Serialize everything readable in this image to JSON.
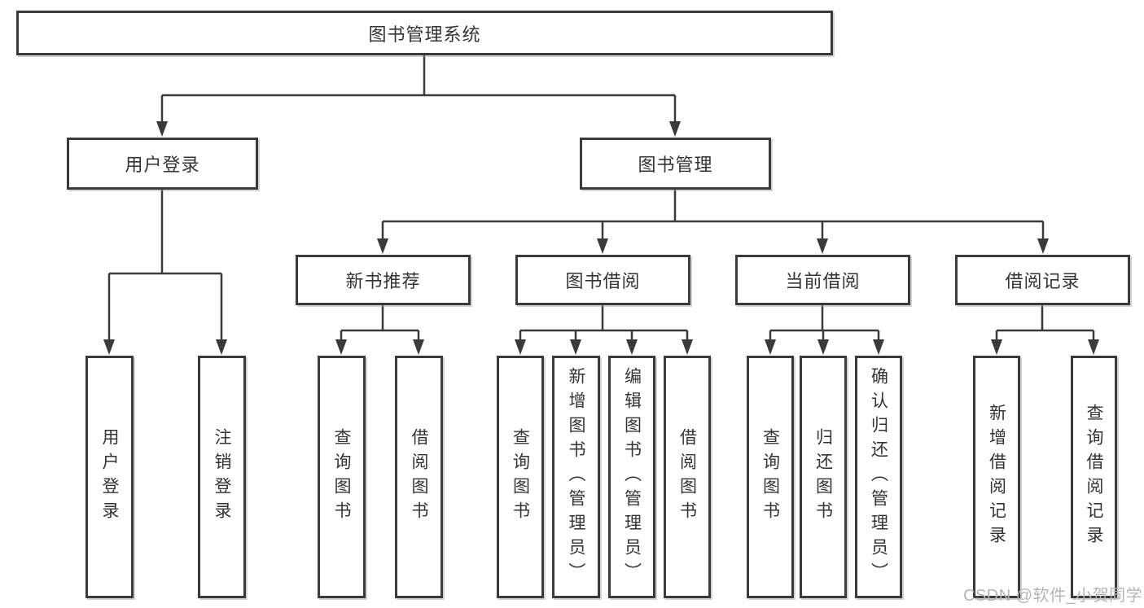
{
  "diagram_title": "图书管理系统",
  "nodes": {
    "root": "图书管理系统",
    "level2": {
      "user_login": "用户登录",
      "book_management": "图书管理"
    },
    "level3": {
      "new_book_recommend": "新书推荐",
      "book_borrow": "图书借阅",
      "current_borrow": "当前借阅",
      "borrow_records": "借阅记录"
    },
    "leaves": {
      "user_login": "用户登录",
      "logout": "注销登录",
      "nbr_query_books": "查询图书",
      "nbr_borrow_books": "借阅图书",
      "bb_query_books": "查询图书",
      "bb_add_books": "新增图书（管理员）",
      "bb_edit_books": "编辑图书（管理员）",
      "bb_borrow_books": "借阅图书",
      "cb_query_books": "查询图书",
      "cb_return_books": "归还图书",
      "cb_confirm_return": "确认归还（管理员）",
      "br_add_record": "新增借阅记录",
      "br_query_record": "查询借阅记录"
    }
  },
  "watermark": {
    "text": "CSDN @软件_小贺同学"
  },
  "colors": {
    "line": "#3a3a3a",
    "border": "#3a3a3a",
    "text": "#333333",
    "box_background": "#ffffff",
    "watermark": "#b5b5b5",
    "page_background": "#ffffff"
  }
}
